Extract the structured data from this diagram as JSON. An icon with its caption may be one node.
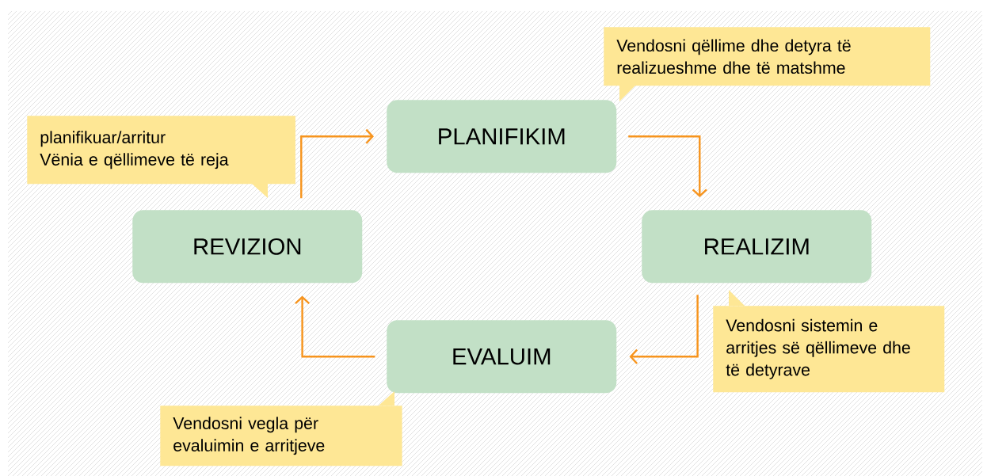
{
  "diagram": {
    "nodes": [
      {
        "text": [
          "Vendosni qëllime dhe detyra të realizueshme dhe të matshme"
        ]
      },
      {
        "text": [
          "PLANIFIKIM"
        ]
      },
      {
        "text": [
          "planifikuar/arritur",
          "Vënia e qëllimeve të reja"
        ]
      },
      {
        "text": [
          "REVIZION"
        ]
      },
      {
        "text": [
          "REALIZIM"
        ]
      },
      {
        "text": [
          "Vendosni sistemin e arritjes së qëllimeve dhe të detyrave"
        ]
      },
      {
        "text": [
          "EVALUIM"
        ]
      },
      {
        "text": [
          "Vendosni vegla për evaluimin e arritjeve"
        ]
      }
    ],
    "edges": [
      {
        "from": 3,
        "to": 1,
        "arrow": "to"
      },
      {
        "from": 1,
        "to": 4,
        "arrow": "to"
      },
      {
        "from": 4,
        "to": 6,
        "arrow": "to"
      },
      {
        "from": 6,
        "to": 3,
        "arrow": "to"
      }
    ]
  }
}
